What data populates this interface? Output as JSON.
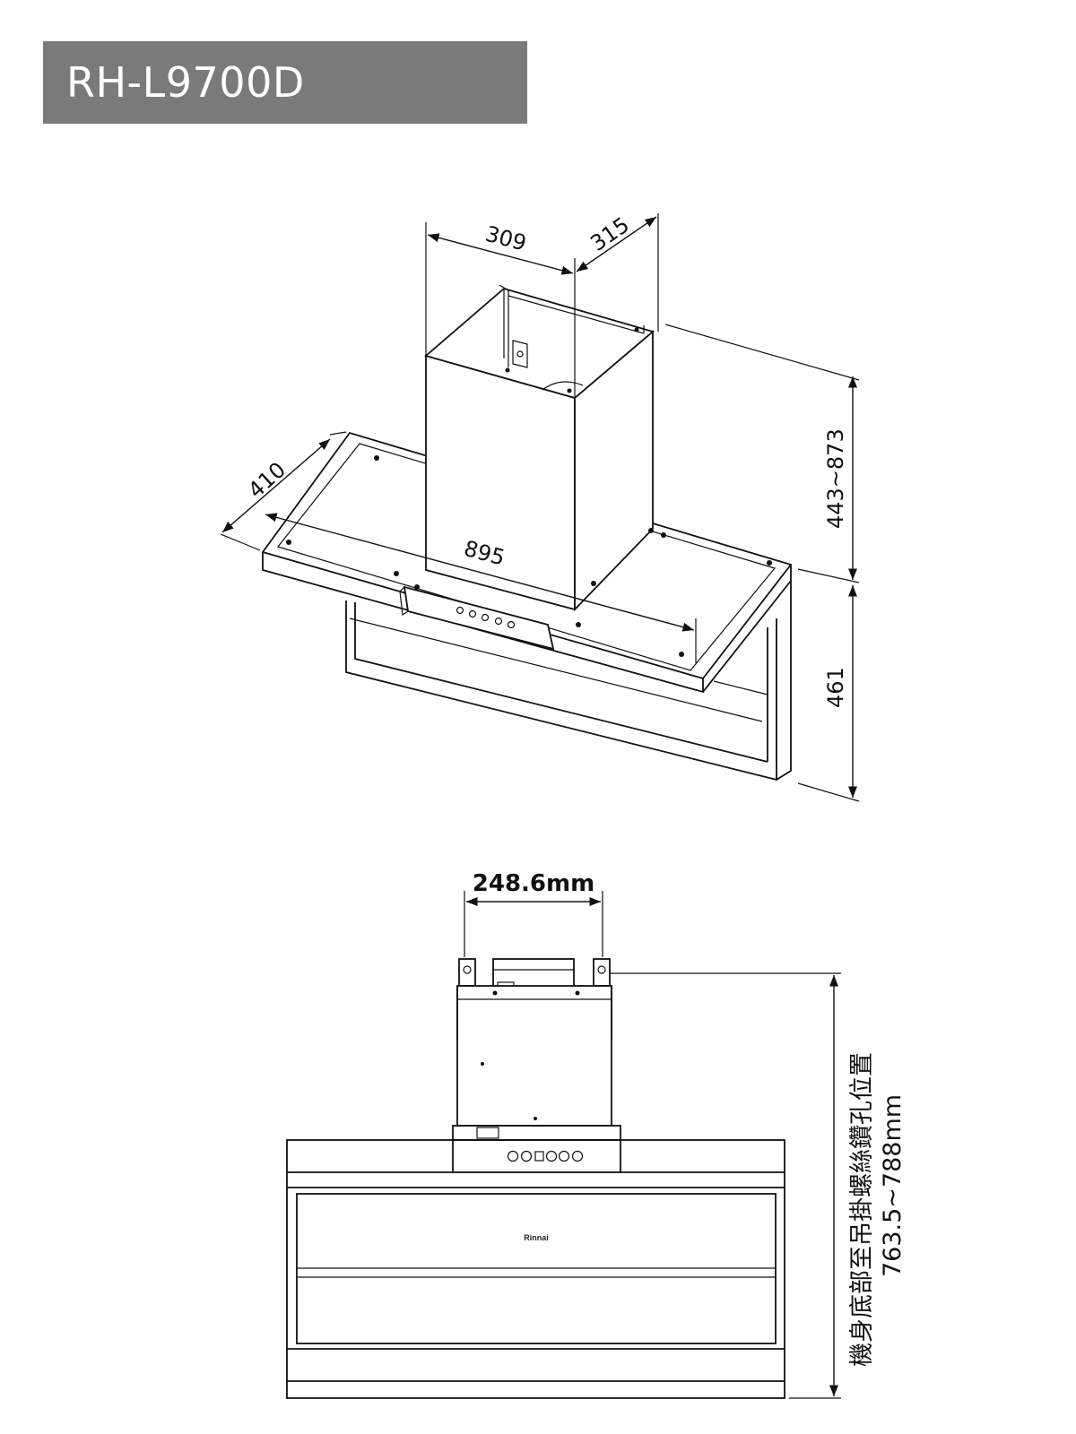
{
  "title": "RH-L9700D",
  "dimensions": {
    "width_chimney": "309",
    "depth_chimney": "315",
    "depth_body": "410",
    "width_body": "895",
    "height_chimney": "443~873",
    "height_body": "461",
    "bracket_spacing": "248.6mm"
  },
  "note": {
    "line1": "機身底部至吊掛螺絲鑽孔位置",
    "line2": "763.5~788mm"
  },
  "brand_logo": "Rinnai"
}
